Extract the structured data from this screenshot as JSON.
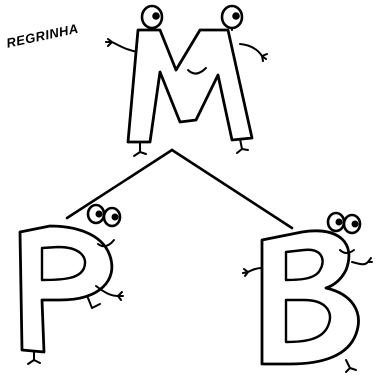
{
  "title": "REGRINHA",
  "letters": {
    "top": "M",
    "left": "P",
    "right": "B"
  },
  "colors": {
    "ink": "#000000",
    "paper": "#ffffff"
  }
}
